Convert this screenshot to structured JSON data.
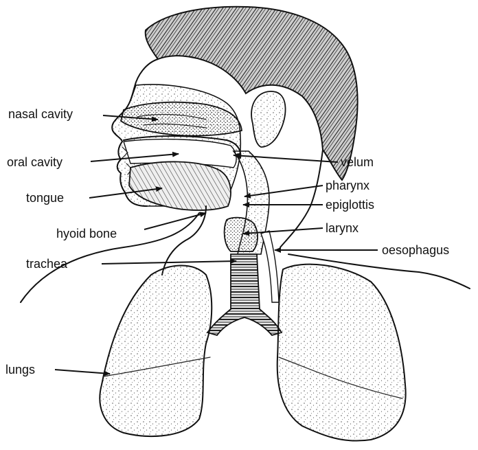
{
  "diagram": {
    "colors": {
      "ink": "#111111",
      "paper": "#ffffff",
      "hair": "#3a3a3a",
      "tissue": "#f4f4f4"
    },
    "labels": {
      "nasal_cavity": "nasal cavity",
      "oral_cavity": "oral cavity",
      "tongue": "tongue",
      "hyoid_bone": "hyoid bone",
      "trachea": "trachea",
      "lungs": "lungs",
      "velum": "velum",
      "pharynx": "pharynx",
      "epiglottis": "epiglottis",
      "larynx": "larynx",
      "oesophagus": "oesophagus"
    }
  }
}
